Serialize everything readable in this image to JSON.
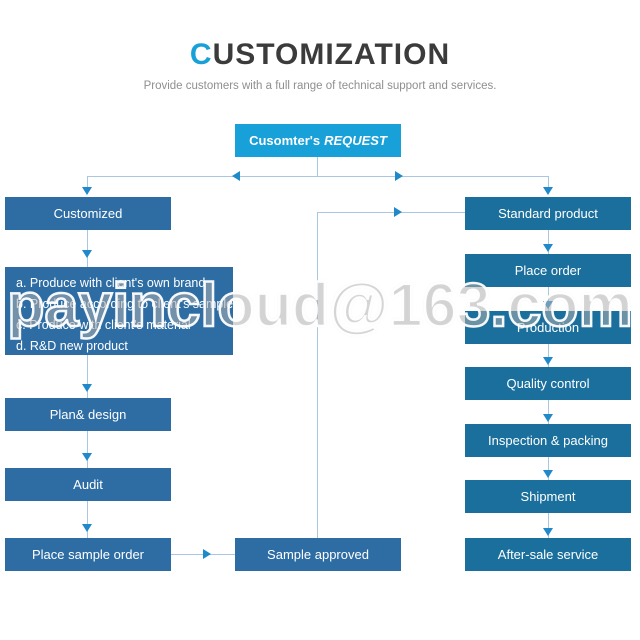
{
  "header": {
    "title_accent": "C",
    "title_rest": "USTOMIZATION",
    "subtitle": "Provide customers with a full range of technical support and services."
  },
  "watermark": "payincloud@163.com",
  "flow": {
    "request": {
      "label_normal": "Cusomter's",
      "label_italic": "REQUEST"
    },
    "left_branch": {
      "customized": "Customized",
      "options_lines": [
        "a. Produce with client's own brand",
        "b. Produce according to client's sample",
        "c. Produce with client's material",
        "d. R&D new product"
      ],
      "plan_design": "Plan& design",
      "audit": "Audit",
      "place_sample_order": "Place sample order",
      "sample_approved": "Sample approved"
    },
    "right_branch": {
      "standard_product": "Standard product",
      "place_order": "Place order",
      "production": "Production",
      "quality_control": "Quality control",
      "inspection_packing": "Inspection & packing",
      "shipment": "Shipment",
      "after_sale_service": "After-sale service"
    },
    "colors": {
      "request_box": "#18a0d9",
      "left_box": "#2e6da4",
      "right_box": "#1b6f9c",
      "connector_line": "#a9c7e2",
      "arrowhead": "#2089ca",
      "title_accent": "#18a0d9",
      "title_text": "#3b3b3b",
      "subtitle_text": "#8f8f8f"
    }
  }
}
